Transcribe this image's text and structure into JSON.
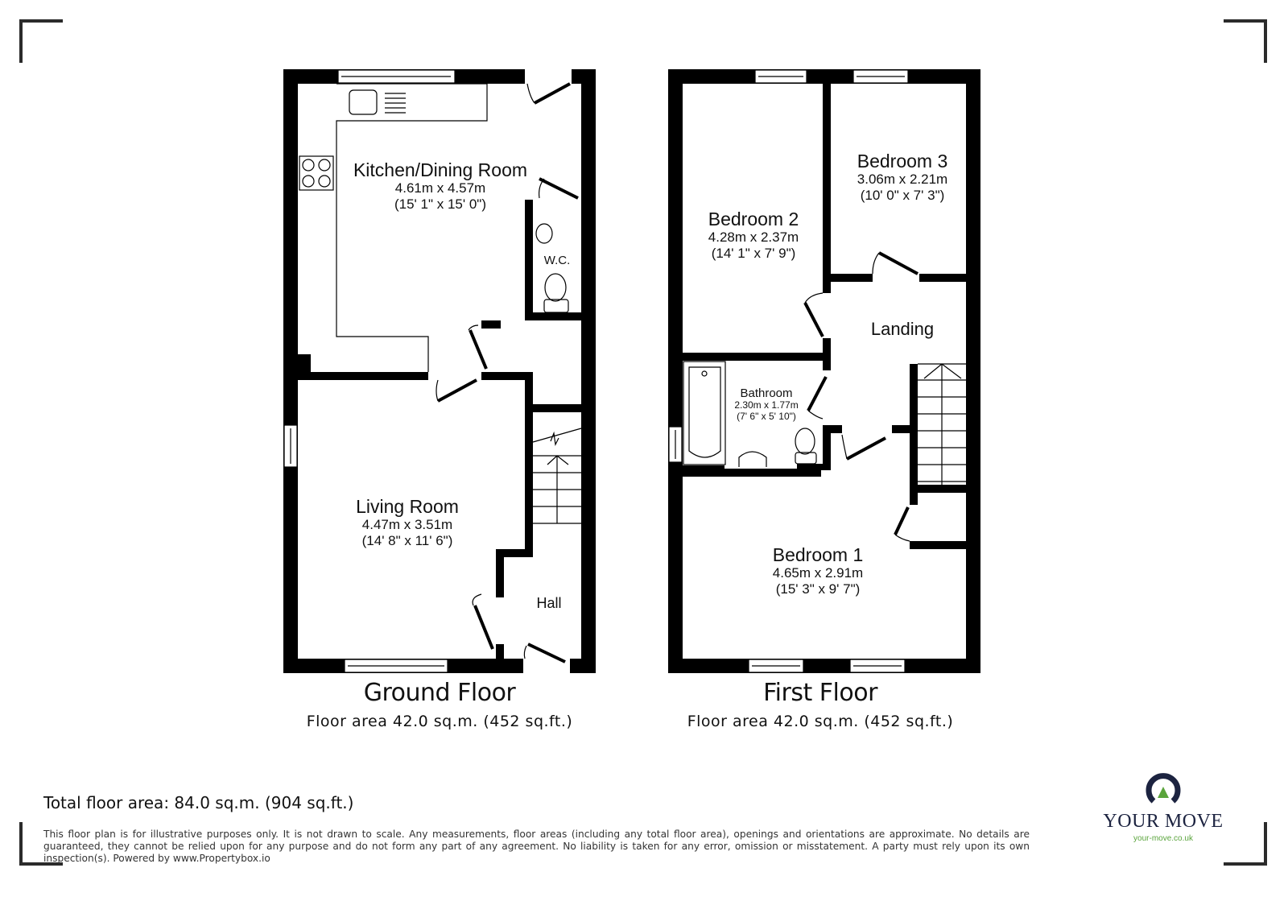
{
  "ground_floor": {
    "title": "Ground Floor",
    "area": "Floor area 42.0 sq.m. (452 sq.ft.)",
    "rooms": [
      {
        "name": "Kitchen/Dining Room",
        "metric": "4.61m x 4.57m",
        "imperial": "(15' 1\" x 15' 0\")"
      },
      {
        "name": "W.C."
      },
      {
        "name": "Living Room",
        "metric": "4.47m x 3.51m",
        "imperial": "(14' 8\" x 11' 6\")"
      },
      {
        "name": "Hall"
      }
    ]
  },
  "first_floor": {
    "title": "First Floor",
    "area": "Floor area 42.0 sq.m. (452 sq.ft.)",
    "rooms": [
      {
        "name": "Bedroom 2",
        "metric": "4.28m x 2.37m",
        "imperial": "(14' 1\" x 7' 9\")"
      },
      {
        "name": "Bedroom 3",
        "metric": "3.06m x 2.21m",
        "imperial": "(10' 0\" x 7' 3\")"
      },
      {
        "name": "Landing"
      },
      {
        "name": "Bathroom",
        "metric": "2.30m x 1.77m",
        "imperial": "(7' 6\" x 5' 10\")"
      },
      {
        "name": "Bedroom 1",
        "metric": "4.65m x 2.91m",
        "imperial": "(15' 3\" x 9' 7\")"
      }
    ]
  },
  "total_area": "Total floor area: 84.0 sq.m. (904 sq.ft.)",
  "disclaimer": "This floor plan is for illustrative purposes only. It is not drawn to scale. Any measurements, floor areas (including any total floor area), openings and orientations are approximate. No details are guaranteed, they cannot be relied upon for any purpose and do not form any part of any agreement. No liability is taken for any error, omission or misstatement. A party must rely upon its own inspection(s). Powered by www.Propertybox.io",
  "logo": {
    "name": "YOUR MOVE",
    "url": "your-move.co.uk",
    "colors": {
      "navy": "#1c2340",
      "green": "#5aa43c"
    }
  }
}
